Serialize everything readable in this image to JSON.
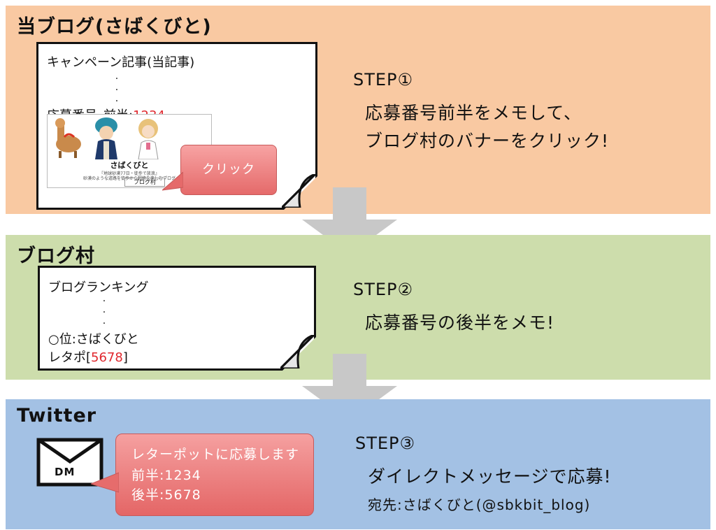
{
  "sections": {
    "blog": {
      "title": "当ブログ(さばくびと)",
      "card": {
        "heading": "キャンペーン記事(当記事)",
        "number_label": "応募番号_前半:",
        "number_value": "1234"
      },
      "banner": {
        "title": "さばくびと",
        "line1": "『地球砂漠77日・徒歩で放浪』",
        "line2": "砂漠のような道路を徒歩から超絶を楽しむブログ",
        "button": "ブログ村"
      },
      "bubble": "クリック",
      "step_label": "STEP①",
      "step_lines": [
        "応募番号前半をメモして、",
        "ブログ村のバナーをクリック!"
      ]
    },
    "mura": {
      "title": "ブログ村",
      "card": {
        "heading": "ブログランキング",
        "rank_line": "○位:さばくびと",
        "code_prefix": "レタポ[",
        "code_value": "5678",
        "code_suffix": "]"
      },
      "step_label": "STEP②",
      "step_lines": [
        "応募番号の後半をメモ!"
      ]
    },
    "twitter": {
      "title": "Twitter",
      "envelope_label": "DM",
      "bubble_lines": [
        "レターポットに応募します",
        "前半:1234",
        "後半:5678"
      ],
      "step_label": "STEP③",
      "step_lines": [
        "ダイレクトメッセージで応募!",
        "宛先:さばくびと(@sbkbit_blog)"
      ]
    }
  },
  "colors": {
    "band_blog": "#f9c9a2",
    "band_mura": "#cdddac",
    "band_twitter": "#a3c1e4",
    "arrow": "#c8c8c8",
    "highlight_red": "#e0282e",
    "bubble": "#e56a6a"
  },
  "icons": {
    "envelope": "envelope-icon",
    "arrow": "down-arrow-icon"
  }
}
